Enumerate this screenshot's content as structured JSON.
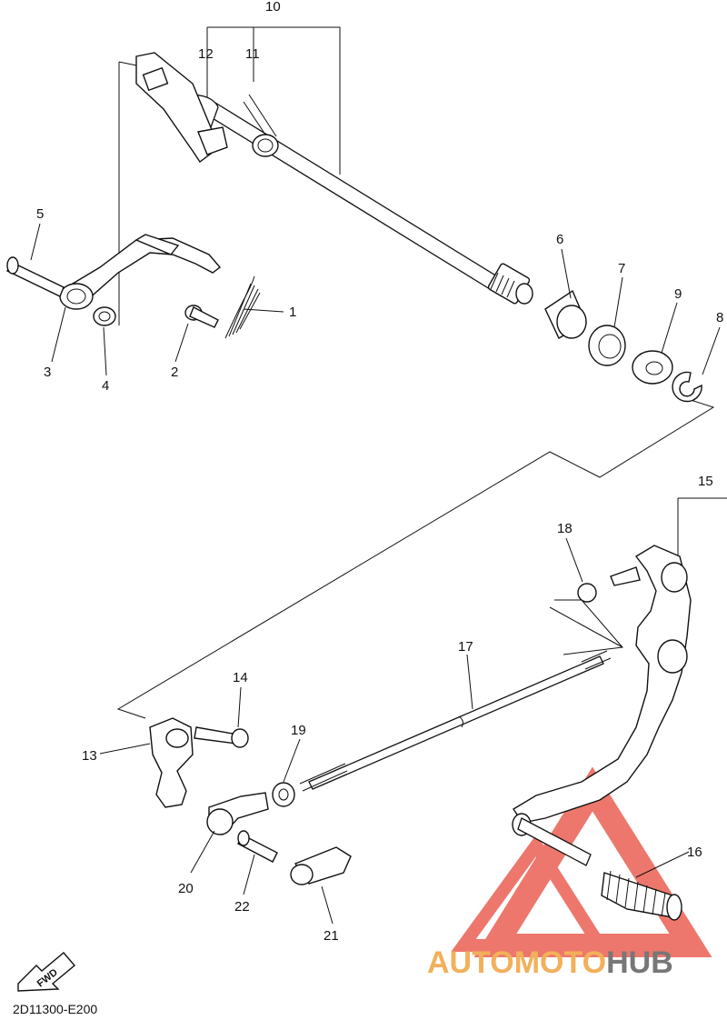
{
  "diagram_code": "2D11300-E200",
  "fwd_label": "FWD",
  "watermark": {
    "part1": "AUTO",
    "part2": "MOTO",
    "part3": "HUB",
    "color1": "#f2b05a",
    "color2": "#f2b05a",
    "color3": "#777777",
    "triangle_color": "#e84a3c"
  },
  "callouts": [
    "1",
    "2",
    "3",
    "4",
    "5",
    "6",
    "7",
    "8",
    "9",
    "10",
    "11",
    "12",
    "13",
    "14",
    "15",
    "16",
    "17",
    "18",
    "19",
    "20",
    "21",
    "22"
  ]
}
